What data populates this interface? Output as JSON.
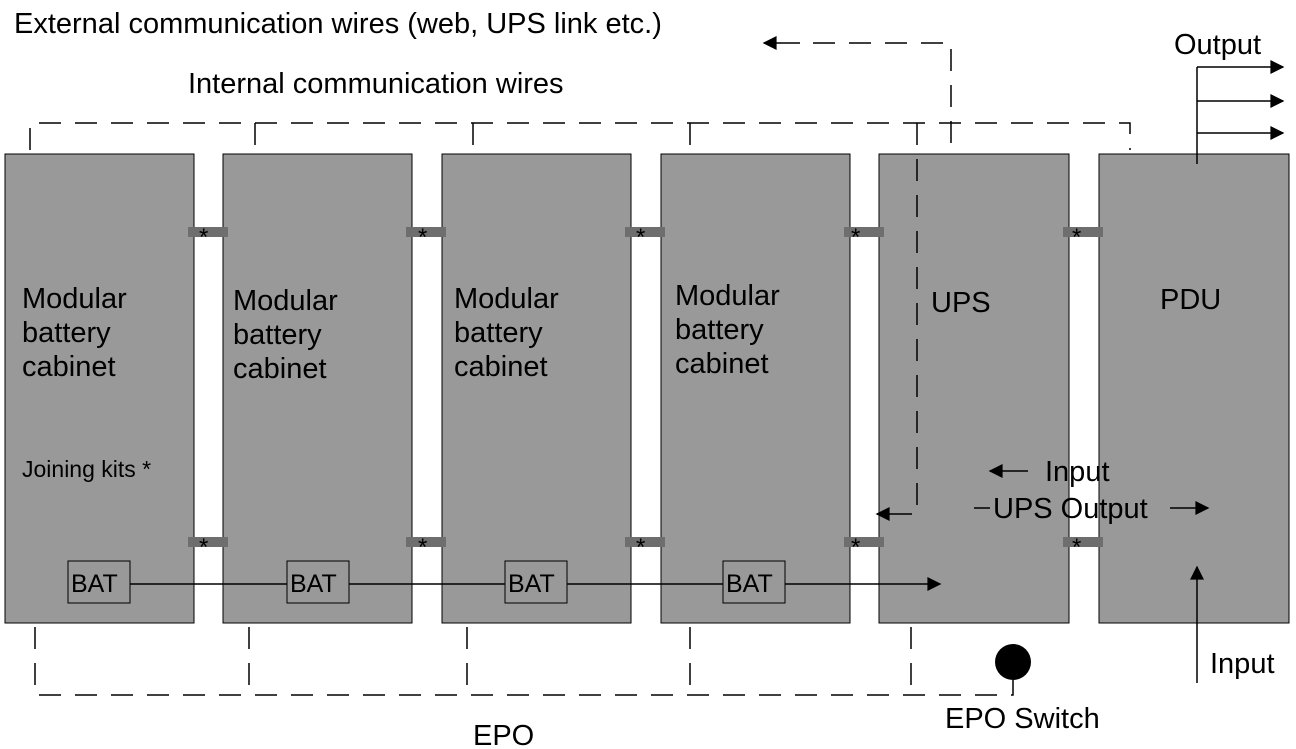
{
  "labels": {
    "external_wires": "External communication wires (web, UPS link etc.)",
    "internal_wires": "Internal communication wires",
    "output_top": "Output",
    "joining_kits": "Joining kits *",
    "input_ups": "Input",
    "ups_output": "UPS Output",
    "input_pdu": "Input",
    "epo": "EPO",
    "epo_switch": "EPO Switch",
    "kit_marker": "*"
  },
  "cabinets": [
    {
      "line1": "Modular",
      "line2": "battery",
      "line3": "cabinet",
      "bat": "BAT"
    },
    {
      "line1": "Modular",
      "line2": "battery",
      "line3": "cabinet",
      "bat": "BAT"
    },
    {
      "line1": "Modular",
      "line2": "battery",
      "line3": "cabinet",
      "bat": "BAT"
    },
    {
      "line1": "Modular",
      "line2": "battery",
      "line3": "cabinet",
      "bat": "BAT"
    }
  ],
  "ups": {
    "label": "UPS"
  },
  "pdu": {
    "label": "PDU"
  }
}
